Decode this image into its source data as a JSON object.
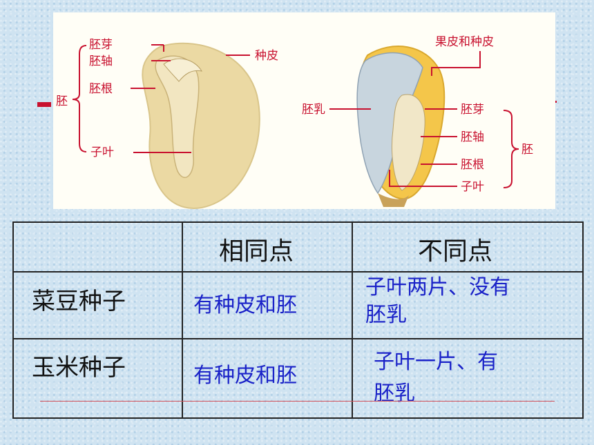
{
  "bean_labels": {
    "embryo_plumule": "胚芽",
    "embryo_axis": "胚轴",
    "embryo_radicle": "胚根",
    "embryo": "胚",
    "cotyledon": "子叶",
    "seed_coat": "种皮"
  },
  "corn_labels": {
    "pericarp_seed_coat": "果皮和种皮",
    "endosperm": "胚乳",
    "embryo_plumule": "胚芽",
    "embryo_axis": "胚轴",
    "embryo_radicle": "胚根",
    "cotyledon": "子叶",
    "embryo": "胚"
  },
  "table": {
    "header_same": "相同点",
    "header_diff": "不同点",
    "rows": [
      {
        "name": "菜豆种子",
        "same": "有种皮和胚",
        "diff_line1": "子叶两片、没有",
        "diff_line2": "胚乳"
      },
      {
        "name": "玉米种子",
        "same": "有种皮和胚",
        "diff_line1": "子叶一片、有",
        "diff_line2": "胚乳"
      }
    ]
  },
  "colors": {
    "background": "#cfe3f1",
    "label_red": "#c8102e",
    "answer_blue": "#1a22c8"
  }
}
